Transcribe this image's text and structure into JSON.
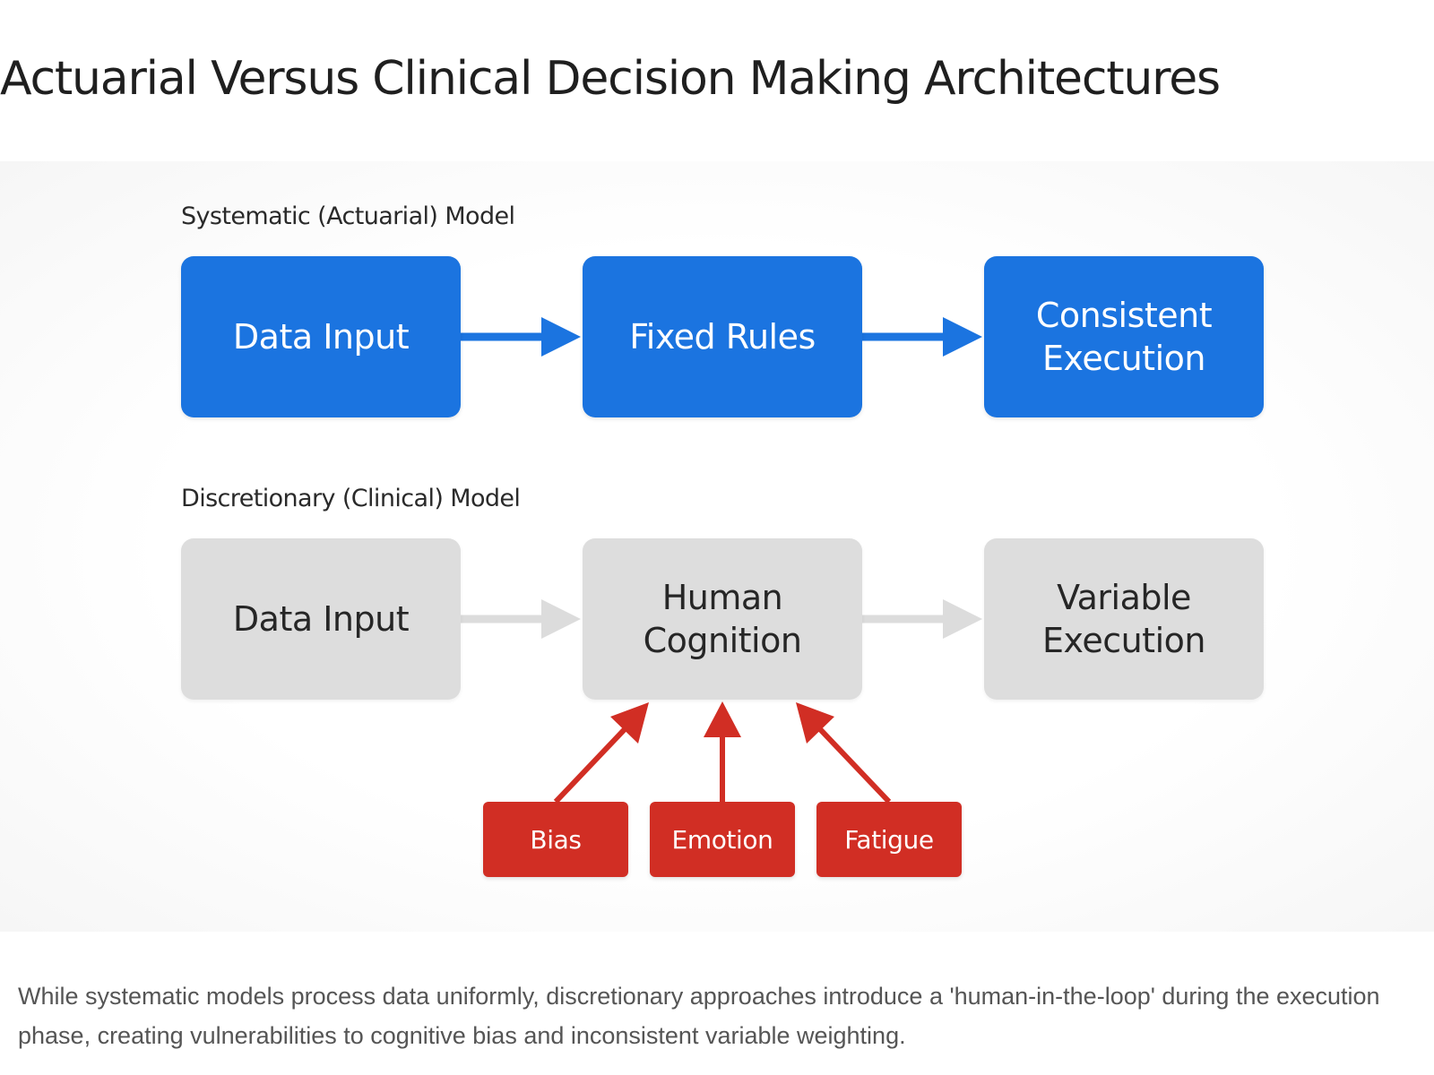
{
  "page": {
    "title": "Actuarial Versus Clinical Decision Making Architectures",
    "caption": "While systematic models process data uniformly, discretionary approaches introduce a 'human-in-the-loop' during the execution phase, creating vulnerabilities to cognitive bias and inconsistent variable weighting."
  },
  "diagram": {
    "systematic": {
      "label": "Systematic (Actuarial) Model",
      "nodes": [
        "Data Input",
        "Fixed Rules",
        "Consistent Execution"
      ]
    },
    "discretionary": {
      "label": "Discretionary (Clinical) Model",
      "nodes": [
        "Data Input",
        "Human Cognition",
        "Variable Execution"
      ],
      "factors": [
        "Bias",
        "Emotion",
        "Fatigue"
      ]
    },
    "colors": {
      "systematic_node": "#1b74e0",
      "systematic_arrow": "#1b74e0",
      "discretionary_node": "#dddddd",
      "discretionary_arrow": "#dcdcdc",
      "factor": "#d12e24",
      "factor_arrow": "#d12e24"
    }
  }
}
